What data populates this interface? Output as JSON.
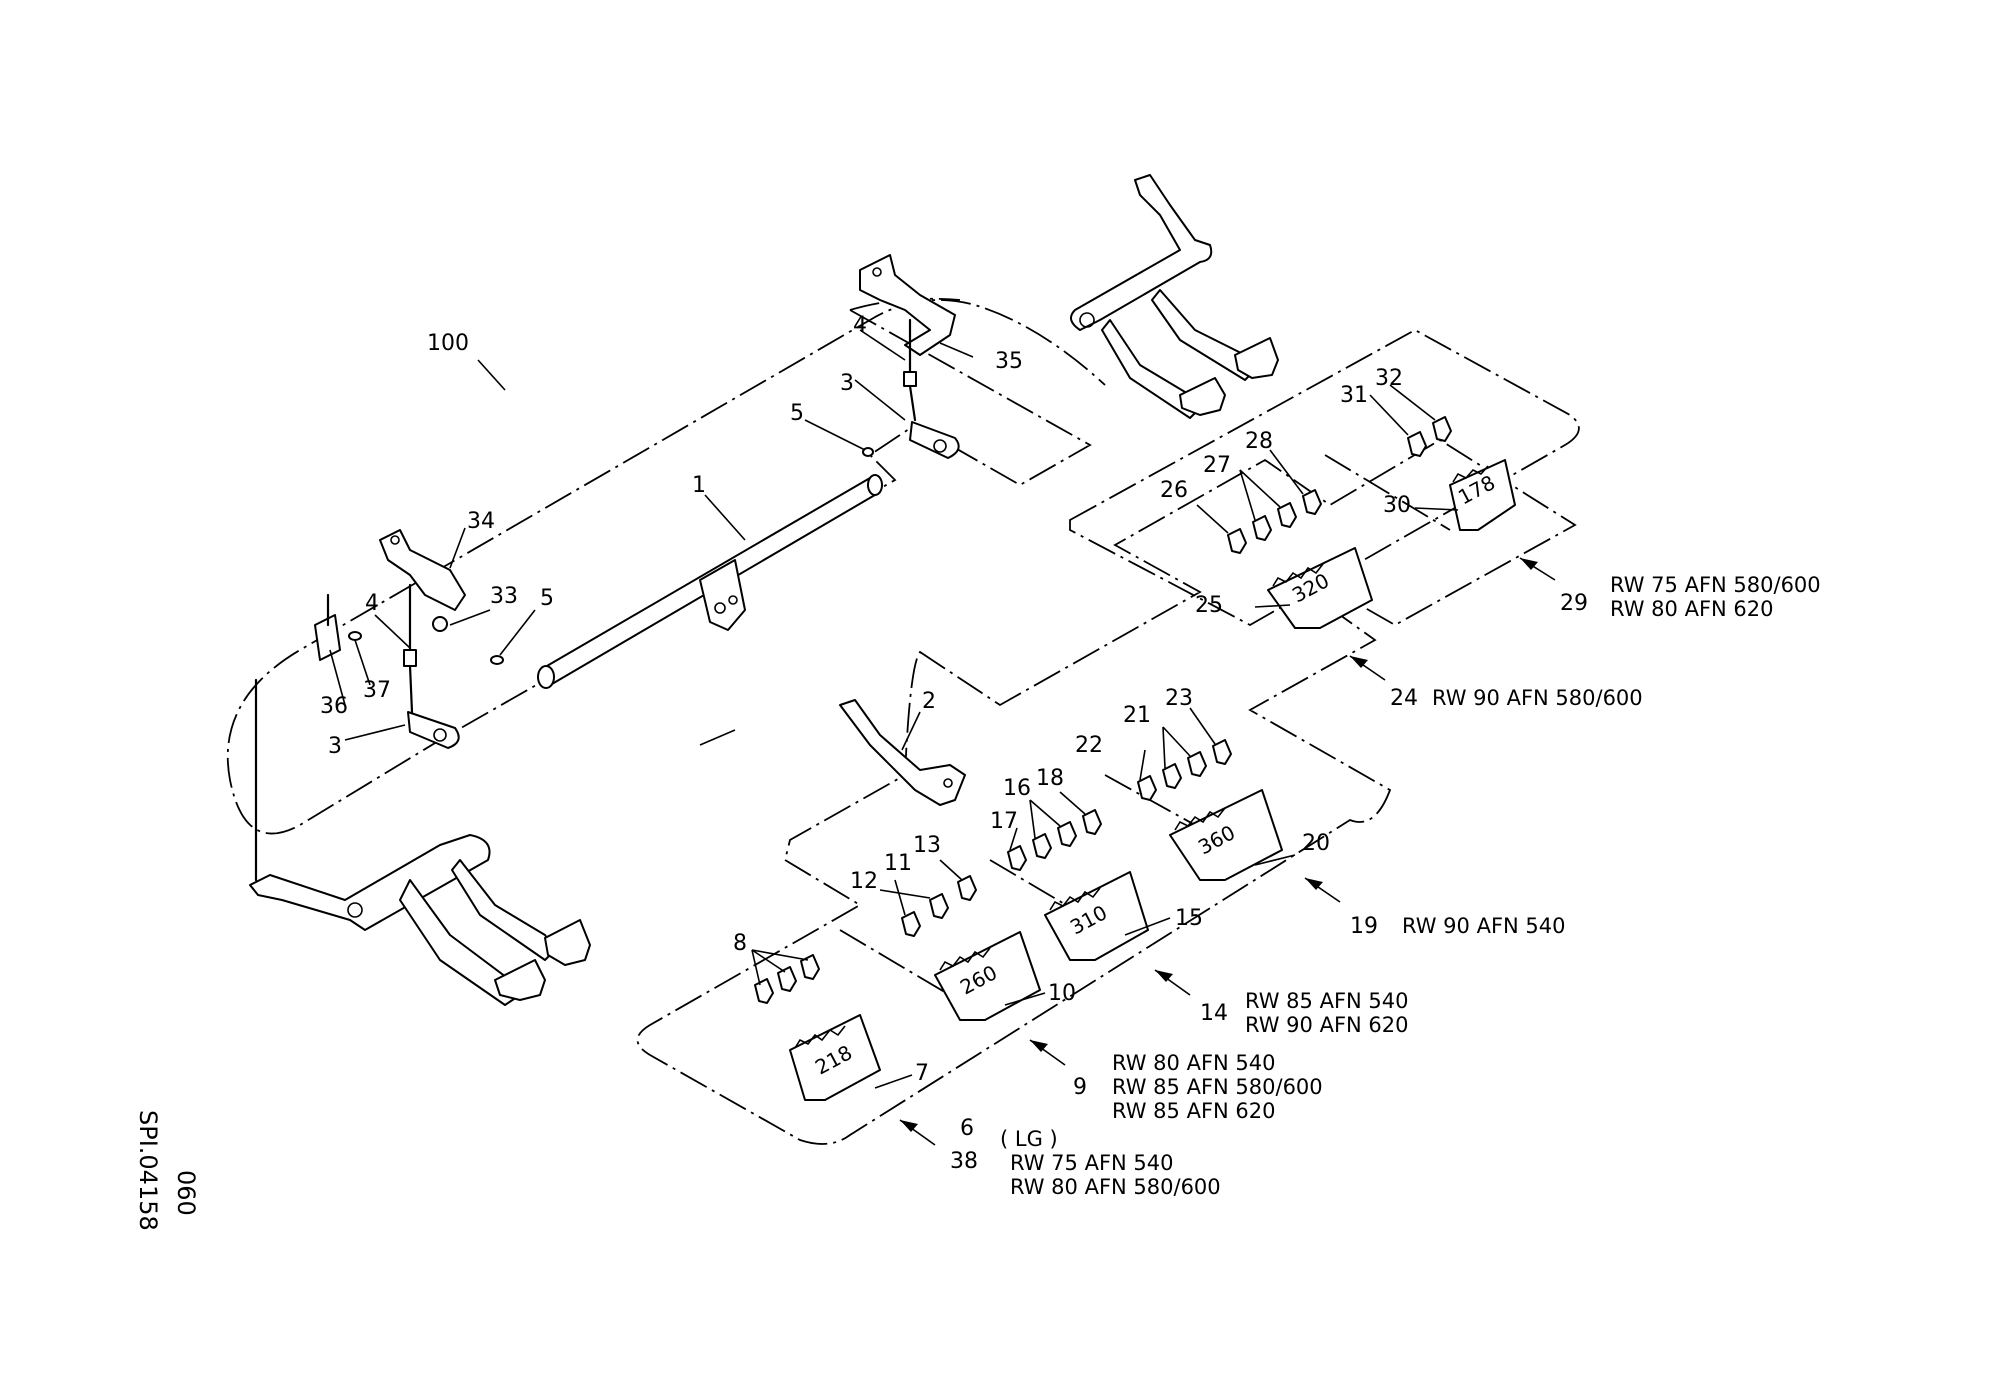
{
  "drawing": {
    "doc_code": "SPI.04158",
    "doc_sub": "060"
  },
  "callouts": {
    "c1": "1",
    "c2": "2",
    "c3a": "3",
    "c3b": "3",
    "c4a": "4",
    "c4b": "4",
    "c5a": "5",
    "c5b": "5",
    "c6": "6",
    "c7": "7",
    "c8": "8",
    "c9": "9",
    "c10": "10",
    "c11": "11",
    "c12": "12",
    "c13": "13",
    "c14": "14",
    "c15": "15",
    "c16": "16",
    "c17": "17",
    "c18": "18",
    "c19": "19",
    "c20": "20",
    "c21": "21",
    "c22": "22",
    "c23": "23",
    "c24": "24",
    "c25": "25",
    "c26": "26",
    "c27": "27",
    "c28": "28",
    "c29": "29",
    "c30": "30",
    "c31": "31",
    "c32": "32",
    "c33": "33",
    "c34": "34",
    "c35": "35",
    "c36": "36",
    "c37": "37",
    "c38": "38",
    "c100": "100"
  },
  "plates": {
    "p218": "218",
    "p260": "260",
    "p310": "310",
    "p360": "360",
    "p320": "320",
    "p178": "178"
  },
  "variants": {
    "g29_l1": "RW 75 AFN 580/600",
    "g29_l2": "RW 80 AFN 620",
    "g24_l1": "RW 90 AFN 580/600",
    "g19_l1": "RW 90 AFN 540",
    "g14_l1": "RW 85 AFN 540",
    "g14_l2": "RW 90 AFN 620",
    "g9_l1": "RW 80 AFN 540",
    "g9_l2": "RW 85 AFN 580/600",
    "g9_l3": "RW 85 AFN 620",
    "g38_l0": "( LG )",
    "g38_l1": "RW 75 AFN 540",
    "g38_l2": "RW 80 AFN 580/600"
  }
}
